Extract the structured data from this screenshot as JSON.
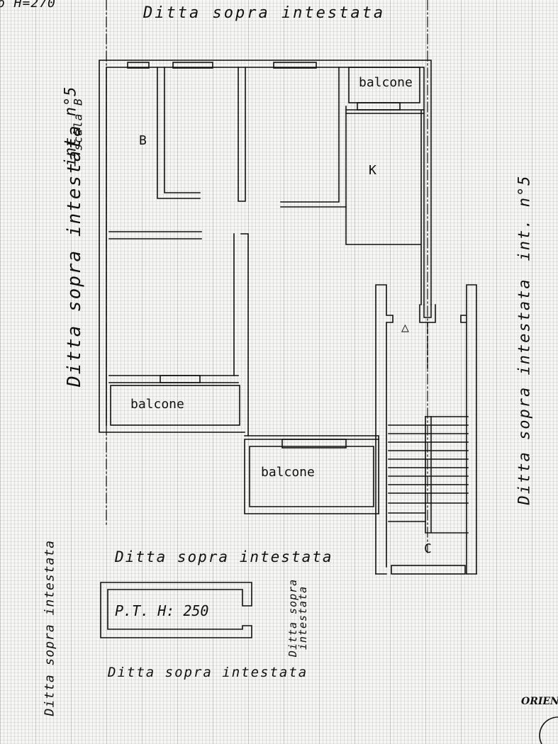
{
  "corner_label": "o H=270",
  "neighbor_top": "Ditta sopra intestata",
  "neighbor_left": "Ditta sopra intestata",
  "neighbor_left_int": "int. n°5",
  "neighbor_left_scala": "scala B",
  "neighbor_right": "Ditta sopra intestata",
  "neighbor_right_int": "int. n°5",
  "neighbor_below_stairs": "Ditta sopra intestata",
  "neighbor_far_left": "Ditta sopra intestata",
  "neighbor_bottom": "Ditta sopra intestata",
  "neighbor_small_vertical": "Ditta sopra intestata",
  "balcony_label": "balcone",
  "room_b": "B",
  "room_k": "K",
  "room_c": "C",
  "triangle": "△",
  "pt_label": "P.T.  H: 250",
  "orientation_label": "ORIEN"
}
